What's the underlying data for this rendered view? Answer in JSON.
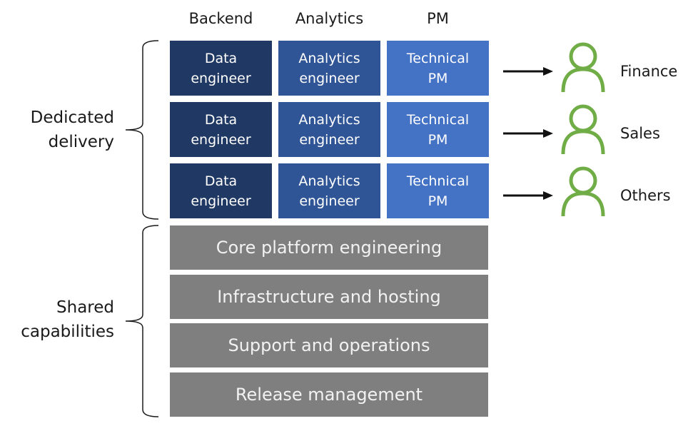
{
  "columns": [
    "Backend",
    "Analytics",
    "PM"
  ],
  "groups": {
    "dedicated": "Dedicated\ndelivery",
    "shared": "Shared\ncapabilities"
  },
  "dedicated_rows": [
    {
      "cells": [
        "Data\nengineer",
        "Analytics\nengineer",
        "Technical\nPM"
      ],
      "team": "Finance"
    },
    {
      "cells": [
        "Data\nengineer",
        "Analytics\nengineer",
        "Technical\nPM"
      ],
      "team": "Sales"
    },
    {
      "cells": [
        "Data\nengineer",
        "Analytics\nengineer",
        "Technical\nPM"
      ],
      "team": "Others"
    }
  ],
  "shared_rows": [
    "Core platform engineering",
    "Infrastructure and hosting",
    "Support and operations",
    "Release management"
  ],
  "icons": {
    "team": "person-icon",
    "connector": "arrow-right-icon"
  },
  "colors": {
    "backend": "#203864",
    "analytics": "#2f5597",
    "pm": "#4472c4",
    "shared": "#7f7f7f",
    "person": "#70ad47"
  }
}
